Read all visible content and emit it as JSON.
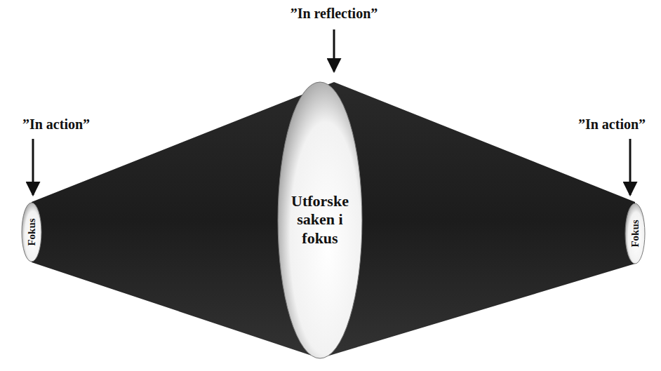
{
  "diagram": {
    "nodes": [
      {
        "text": [
          "Fokus"
        ]
      },
      {
        "text": [
          "Utforske saken i fokus"
        ]
      },
      {
        "text": [
          "Fokus"
        ]
      }
    ],
    "labels": [
      "”In reflection”",
      "”In action”",
      "”In action”"
    ]
  }
}
